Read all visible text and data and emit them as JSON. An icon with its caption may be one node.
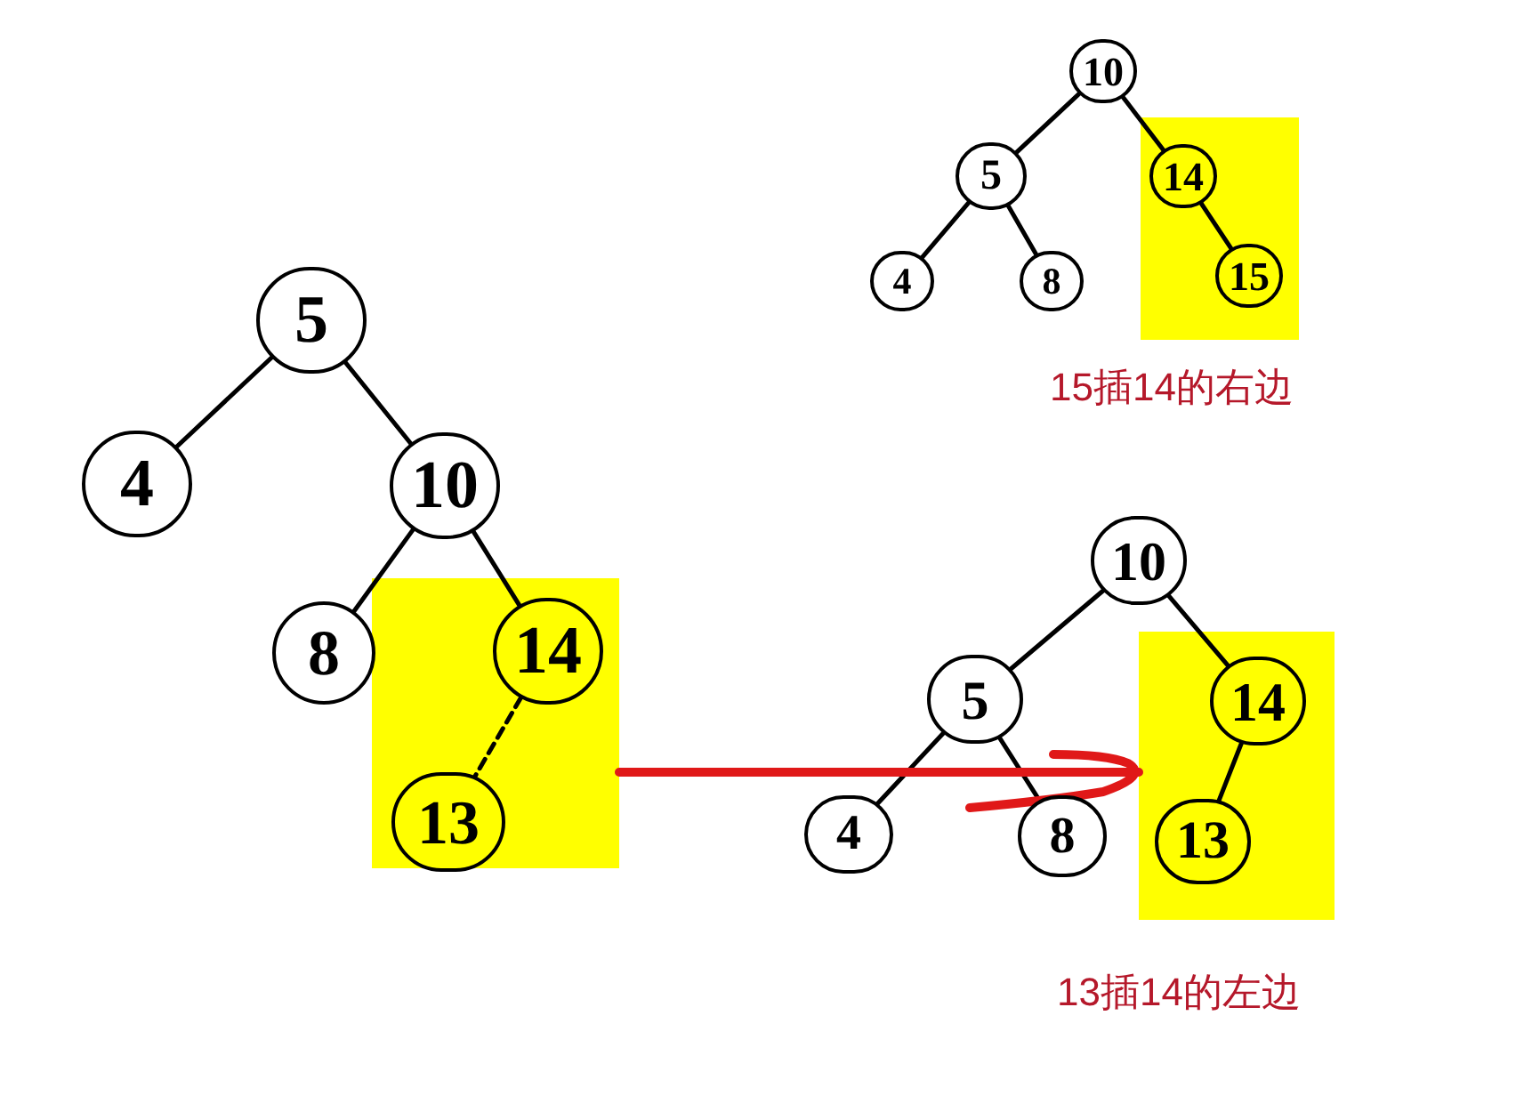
{
  "diagram": {
    "nodes": [
      {
        "text": [
          "10"
        ]
      },
      {
        "text": [
          "5"
        ]
      },
      {
        "text": [
          "4"
        ]
      },
      {
        "text": [
          "8"
        ]
      },
      {
        "text": [],
        "shape": "box"
      },
      {
        "text": [
          "14"
        ],
        "in": 4
      },
      {
        "text": [
          "15"
        ],
        "in": 4
      },
      {
        "text": [
          "5"
        ]
      },
      {
        "text": [
          "4"
        ]
      },
      {
        "text": [
          "10"
        ]
      },
      {
        "text": [
          "8"
        ]
      },
      {
        "text": [],
        "shape": "box"
      },
      {
        "text": [
          "14"
        ],
        "in": 11
      },
      {
        "text": [
          "13"
        ],
        "in": 11
      },
      {
        "text": [
          "10"
        ]
      },
      {
        "text": [
          "5"
        ]
      },
      {
        "text": [
          "4"
        ]
      },
      {
        "text": [
          "8"
        ]
      },
      {
        "text": [],
        "shape": "box"
      },
      {
        "text": [
          "14"
        ],
        "in": 18
      },
      {
        "text": [
          "13"
        ],
        "in": 18
      }
    ],
    "edges": [
      {
        "from": 0,
        "to": 1,
        "arrow": "none"
      },
      {
        "from": 0,
        "to": 5,
        "arrow": "none"
      },
      {
        "from": 1,
        "to": 2,
        "arrow": "none"
      },
      {
        "from": 1,
        "to": 3,
        "arrow": "none"
      },
      {
        "from": 5,
        "to": 6,
        "arrow": "none"
      },
      {
        "from": 7,
        "to": 8,
        "arrow": "none"
      },
      {
        "from": 7,
        "to": 9,
        "arrow": "none"
      },
      {
        "from": 9,
        "to": 10,
        "arrow": "none"
      },
      {
        "from": 9,
        "to": 12,
        "arrow": "none"
      },
      {
        "from": 12,
        "to": 13,
        "arrow": "none",
        "style": "dashed"
      },
      {
        "from": 14,
        "to": 15,
        "arrow": "none"
      },
      {
        "from": 14,
        "to": 19,
        "arrow": "none"
      },
      {
        "from": 15,
        "to": 16,
        "arrow": "none"
      },
      {
        "from": 15,
        "to": 17,
        "arrow": "none"
      },
      {
        "from": 19,
        "to": 20,
        "arrow": "none"
      },
      {
        "from": 11,
        "to": 18,
        "arrow": "none",
        "style": "thick",
        "color": "#e01818"
      }
    ],
    "labels": [
      "15插14的右边",
      "13插14的左边"
    ]
  }
}
